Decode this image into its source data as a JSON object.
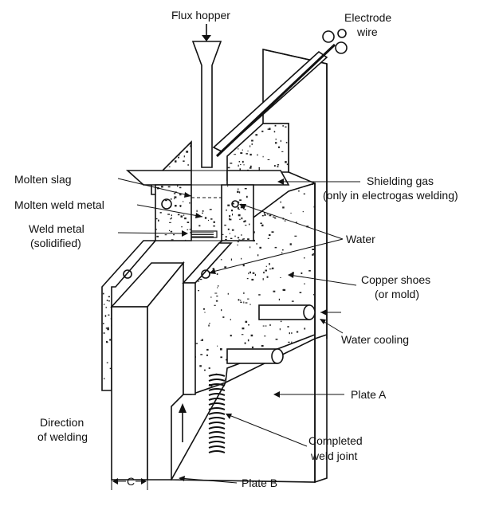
{
  "labels": {
    "flux_hopper": "Flux hopper",
    "electrode_wire_1": "Electrode",
    "electrode_wire_2": "wire",
    "molten_slag": "Molten slag",
    "molten_weld_metal": "Molten weld metal",
    "weld_metal_1": "Weld metal",
    "weld_metal_2": "(solidified)",
    "shielding_gas_1": "Shielding gas",
    "shielding_gas_2": "(only in electrogas welding)",
    "water": "Water",
    "copper_shoes_1": "Copper shoes",
    "copper_shoes_2": "(or mold)",
    "water_cooling": "Water cooling",
    "plate_a": "Plate A",
    "direction_1": "Direction",
    "direction_2": "of welding",
    "completed_1": "Completed",
    "completed_2": "weld joint",
    "plate_b": "Plate B",
    "gap_c": "C"
  },
  "colors": {
    "line": "#111111",
    "background": "#ffffff"
  }
}
